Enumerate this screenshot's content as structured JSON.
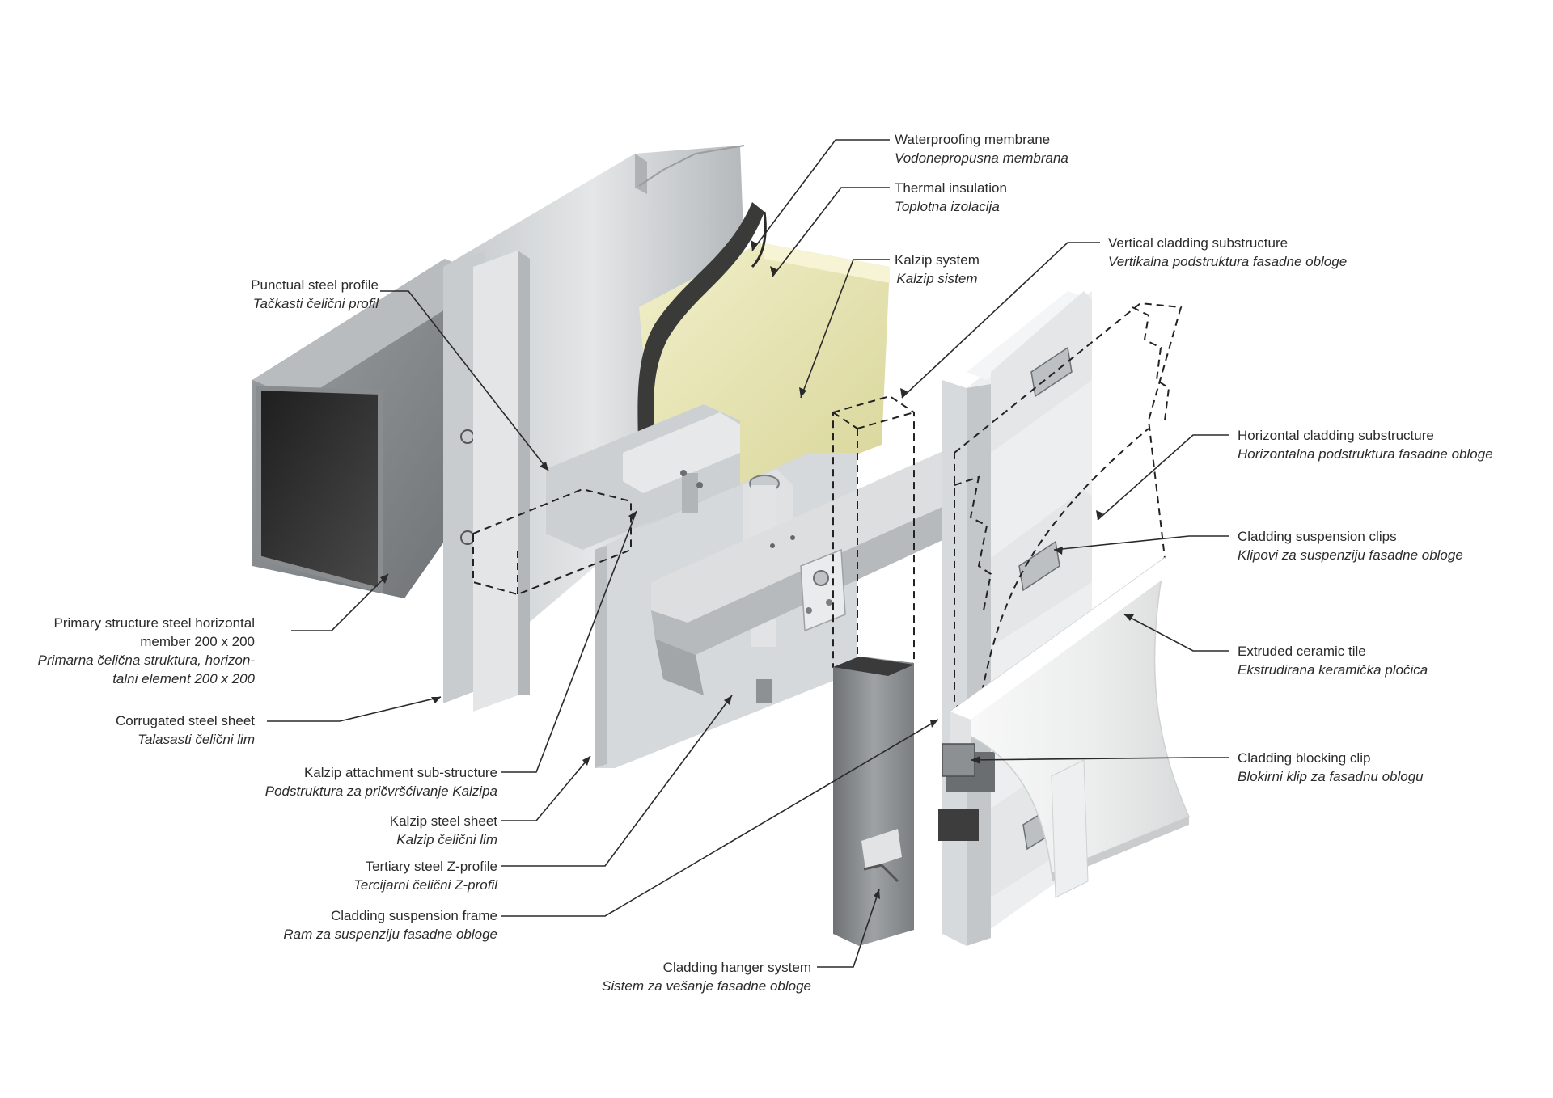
{
  "diagram": {
    "labels": {
      "waterproofing": {
        "en": "Waterproofing membrane",
        "sr": "Vodonepropusna membrana"
      },
      "insulation": {
        "en": "Thermal insulation",
        "sr": "Toplotna izolacija"
      },
      "kalzip_system": {
        "en": "Kalzip system",
        "sr": "Kalzip sistem"
      },
      "vertical_sub": {
        "en": "Vertical cladding substructure",
        "sr": "Vertikalna podstruktura fasadne obloge"
      },
      "punctual": {
        "en": "Punctual steel profile",
        "sr": "Tačkasti čelični profil"
      },
      "horizontal_sub": {
        "en": "Horizontal cladding substructure",
        "sr": "Horizontalna podstruktura fasadne obloge"
      },
      "suspension_clips": {
        "en": "Cladding suspension clips",
        "sr": "Klipovi za suspenziju fasadne obloge"
      },
      "primary": {
        "en1": "Primary structure steel horizontal",
        "en2": "member 200 x 200",
        "sr1": "Primarna čelična struktura, horizon-",
        "sr2": "talni element 200 x 200"
      },
      "ceramic_tile": {
        "en": "Extruded ceramic tile",
        "sr": "Ekstrudirana keramička pločica"
      },
      "corrugated": {
        "en": "Corrugated steel sheet",
        "sr": "Talasasti čelični lim"
      },
      "blocking_clip": {
        "en": "Cladding blocking clip",
        "sr": "Blokirni klip za fasadnu oblogu"
      },
      "kalzip_attach": {
        "en": "Kalzip attachment sub-structure",
        "sr": "Podstruktura za pričvršćivanje Kalzipa"
      },
      "kalzip_sheet": {
        "en": "Kalzip steel sheet",
        "sr": "Kalzip čelični lim"
      },
      "tertiary": {
        "en": "Tertiary steel Z-profile",
        "sr": "Tercijarni čelični Z-profil"
      },
      "susp_frame": {
        "en": "Cladding suspension frame",
        "sr": "Ram za suspenziju fasadne obloge"
      },
      "hanger": {
        "en": "Cladding hanger system",
        "sr": "Sistem za vešanje fasadne obloge"
      }
    },
    "colors": {
      "steel_light": "#d4d7d9",
      "steel_mid": "#b8bcbf",
      "steel_dark": "#8c9194",
      "membrane": "#3a3a38",
      "insulation": "#e8e6b4",
      "tube_dark": "#2c2c2c",
      "ceramic": "#f3f4f4",
      "leader": "#2a2a2a"
    }
  }
}
